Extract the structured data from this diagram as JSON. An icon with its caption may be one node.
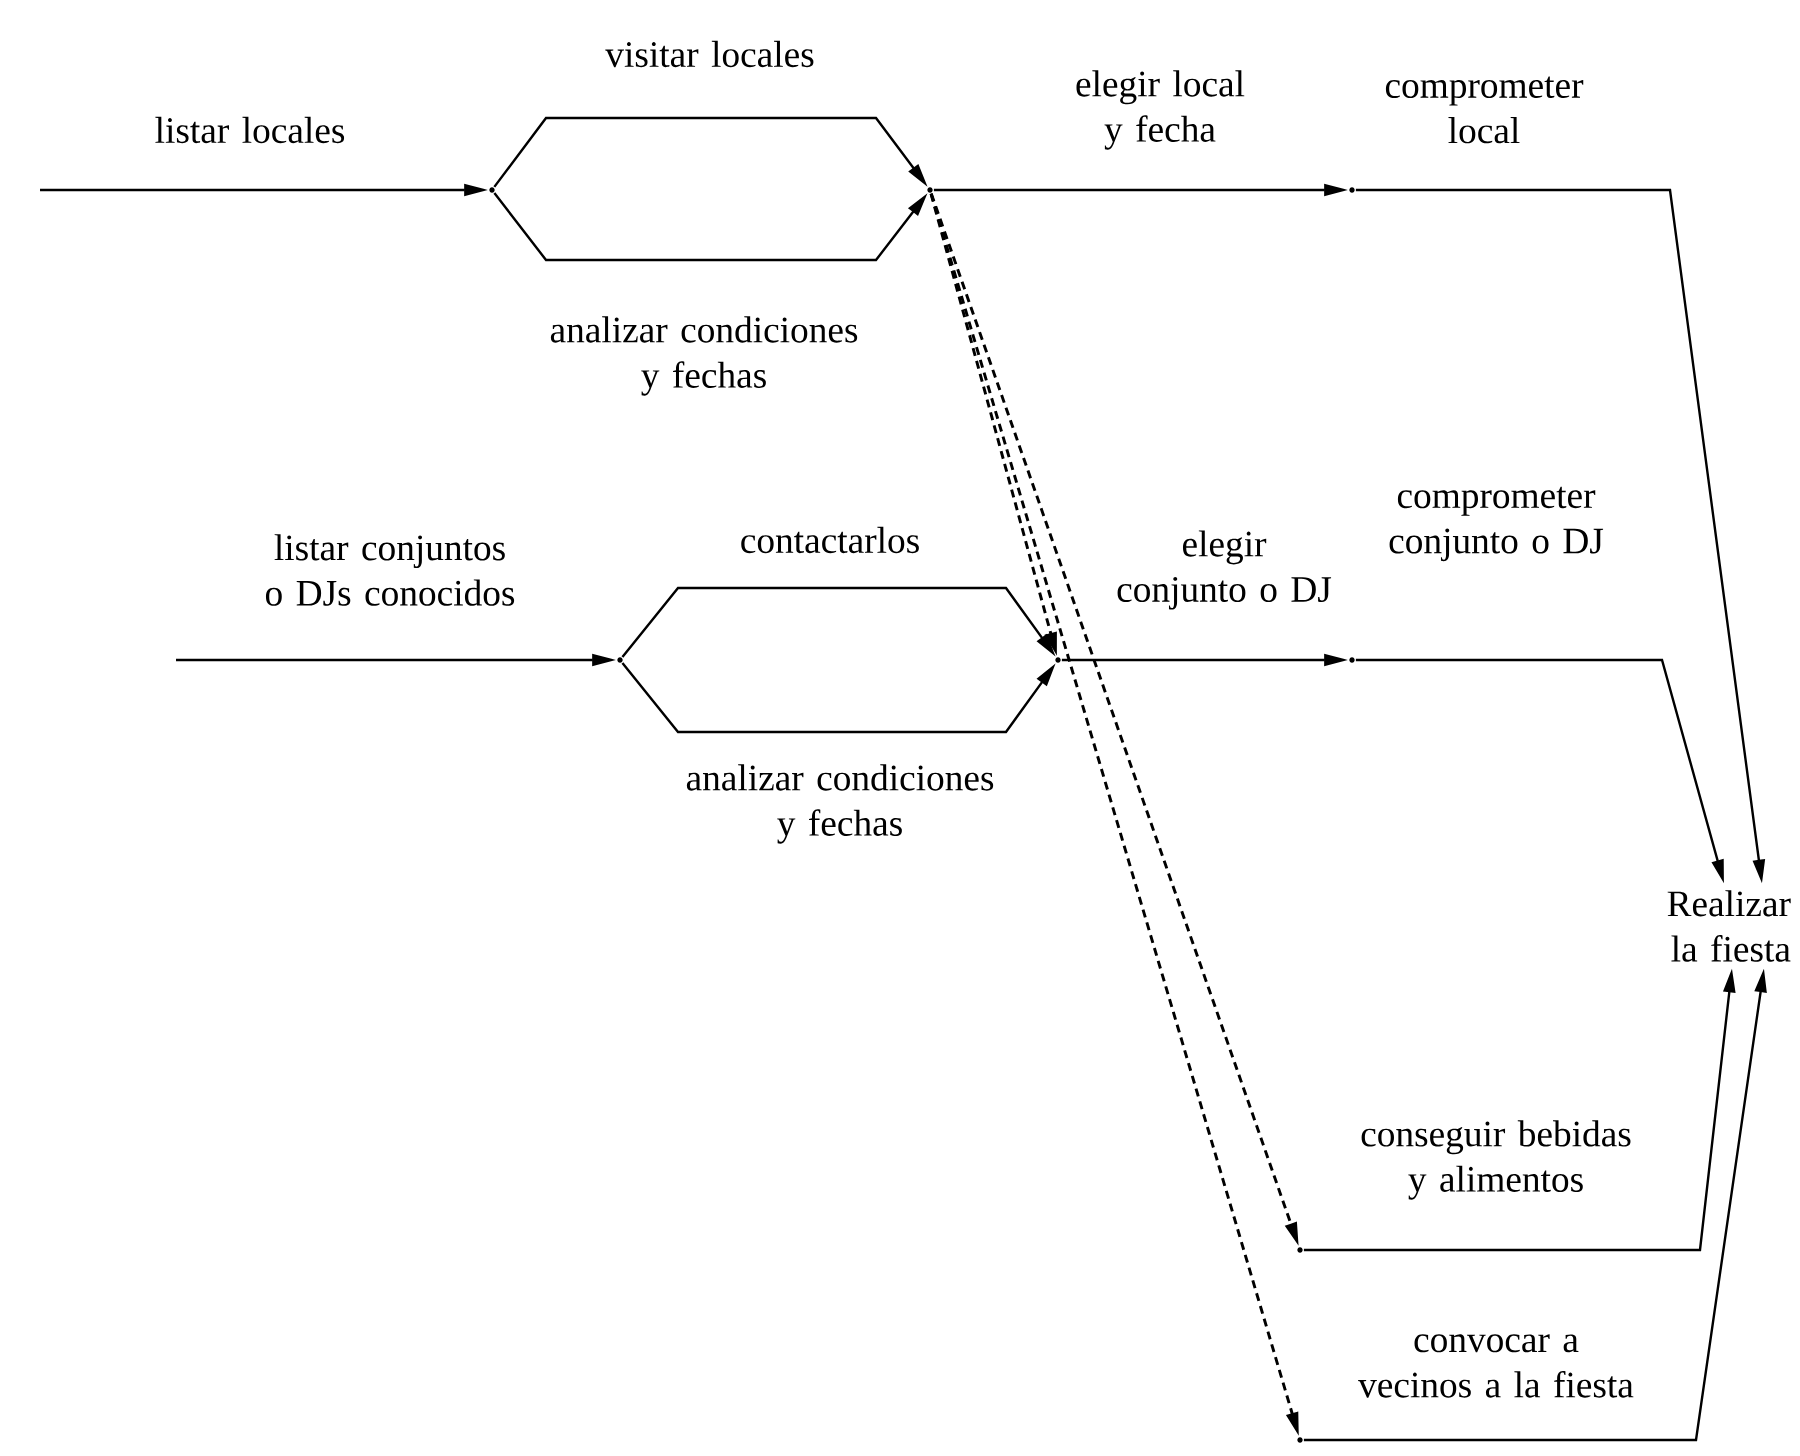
{
  "diagram": {
    "nodes": [
      {
        "text": [],
        "shape": "point"
      },
      {
        "text": [],
        "shape": "point"
      },
      {
        "text": [],
        "shape": "point"
      },
      {
        "text": [],
        "shape": "point"
      },
      {
        "text": [],
        "shape": "point"
      },
      {
        "text": [],
        "shape": "point"
      },
      {
        "text": [
          "Realizar la fiesta"
        ]
      },
      {
        "text": [],
        "shape": "point"
      },
      {
        "text": [],
        "shape": "point"
      }
    ],
    "edges": [
      {
        "from": null,
        "to": 0,
        "arrow": "to",
        "label": "listar locales"
      },
      {
        "from": 0,
        "to": 1,
        "arrow": "to",
        "label": "visitar locales"
      },
      {
        "from": 0,
        "to": 1,
        "arrow": "to",
        "label": "analizar condiciones y fechas"
      },
      {
        "from": 1,
        "to": 2,
        "arrow": "to",
        "label": "elegir local y fecha"
      },
      {
        "from": 2,
        "to": 6,
        "arrow": "to",
        "label": "comprometer local"
      },
      {
        "from": null,
        "to": 3,
        "arrow": "to",
        "label": "listar conjuntos o DJs conocidos"
      },
      {
        "from": 3,
        "to": 4,
        "arrow": "to",
        "label": "contactarlos"
      },
      {
        "from": 3,
        "to": 4,
        "arrow": "to",
        "label": "analizar condiciones y fechas"
      },
      {
        "from": 4,
        "to": 5,
        "arrow": "to",
        "label": "elegir conjunto o DJ"
      },
      {
        "from": 5,
        "to": 6,
        "arrow": "to",
        "label": "comprometer conjunto o DJ"
      },
      {
        "from": 1,
        "to": 4,
        "arrow": "to",
        "style": "dashed"
      },
      {
        "from": 1,
        "to": 7,
        "arrow": "to",
        "style": "dashed"
      },
      {
        "from": 1,
        "to": 8,
        "arrow": "to",
        "style": "dashed"
      },
      {
        "from": 7,
        "to": 6,
        "arrow": "to",
        "label": "conseguir bebidas y alimentos"
      },
      {
        "from": 8,
        "to": 6,
        "arrow": "to",
        "label": "convocar a vecinos a la fiesta"
      }
    ]
  }
}
